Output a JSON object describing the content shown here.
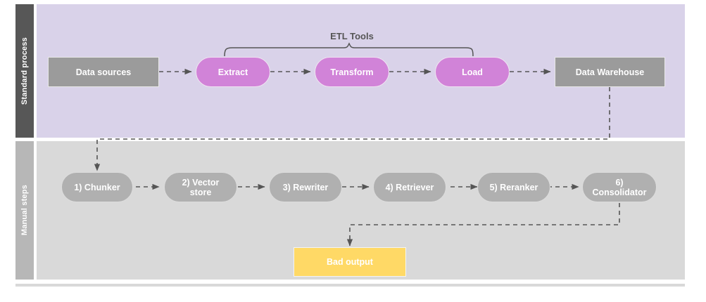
{
  "diagram": {
    "type": "flowchart",
    "lanes": [
      {
        "id": "standard",
        "label": "Standard process",
        "tab_color": "#575757",
        "body_color": "#d9d2e9"
      },
      {
        "id": "manual",
        "label": "Manual steps",
        "tab_color": "#b7b7b7",
        "body_color": "#d9d9d9"
      }
    ],
    "annotations": [
      {
        "id": "etl-bracket",
        "label": "ETL Tools",
        "spans": [
          "Extract",
          "Transform",
          "Load"
        ]
      }
    ],
    "nodes": [
      {
        "id": "data-sources",
        "label": "Data sources",
        "lane": "standard",
        "shape": "rect",
        "color": "#9b9b9b"
      },
      {
        "id": "extract",
        "label": "Extract",
        "lane": "standard",
        "shape": "pill",
        "color": "#d183d8"
      },
      {
        "id": "transform",
        "label": "Transform",
        "lane": "standard",
        "shape": "pill",
        "color": "#d183d8"
      },
      {
        "id": "load",
        "label": "Load",
        "lane": "standard",
        "shape": "pill",
        "color": "#d183d8"
      },
      {
        "id": "data-warehouse",
        "label": "Data Warehouse",
        "lane": "standard",
        "shape": "rect",
        "color": "#9b9b9b"
      },
      {
        "id": "chunker",
        "label": "1) Chunker",
        "lane": "manual",
        "shape": "pill",
        "color": "#b0b0b0"
      },
      {
        "id": "vector-store",
        "label": "2) Vector store",
        "lane": "manual",
        "shape": "pill",
        "color": "#b0b0b0"
      },
      {
        "id": "rewriter",
        "label": "3) Rewriter",
        "lane": "manual",
        "shape": "pill",
        "color": "#b0b0b0"
      },
      {
        "id": "retriever",
        "label": "4) Retriever",
        "lane": "manual",
        "shape": "pill",
        "color": "#b0b0b0"
      },
      {
        "id": "reranker",
        "label": "5) Reranker",
        "lane": "manual",
        "shape": "pill",
        "color": "#b0b0b0"
      },
      {
        "id": "consolidator",
        "label": "6) Consolidator",
        "lane": "manual",
        "shape": "pill",
        "color": "#b0b0b0"
      },
      {
        "id": "bad-output",
        "label": "Bad output",
        "lane": "manual",
        "shape": "rect",
        "color": "#ffd966"
      }
    ],
    "edges": [
      {
        "from": "data-sources",
        "to": "extract",
        "style": "dashed-arrow"
      },
      {
        "from": "extract",
        "to": "transform",
        "style": "dashed-arrow"
      },
      {
        "from": "transform",
        "to": "load",
        "style": "dashed-arrow"
      },
      {
        "from": "load",
        "to": "data-warehouse",
        "style": "dashed-arrow"
      },
      {
        "from": "data-warehouse",
        "to": "chunker",
        "style": "dashed-arrow-elbow"
      },
      {
        "from": "chunker",
        "to": "vector-store",
        "style": "dashed-arrow"
      },
      {
        "from": "vector-store",
        "to": "rewriter",
        "style": "dashed-arrow"
      },
      {
        "from": "rewriter",
        "to": "retriever",
        "style": "dashed-arrow"
      },
      {
        "from": "retriever",
        "to": "reranker",
        "style": "dashed-arrow"
      },
      {
        "from": "reranker",
        "to": "consolidator",
        "style": "dashed-arrow"
      },
      {
        "from": "consolidator",
        "to": "bad-output",
        "style": "dashed-arrow-elbow"
      }
    ]
  }
}
